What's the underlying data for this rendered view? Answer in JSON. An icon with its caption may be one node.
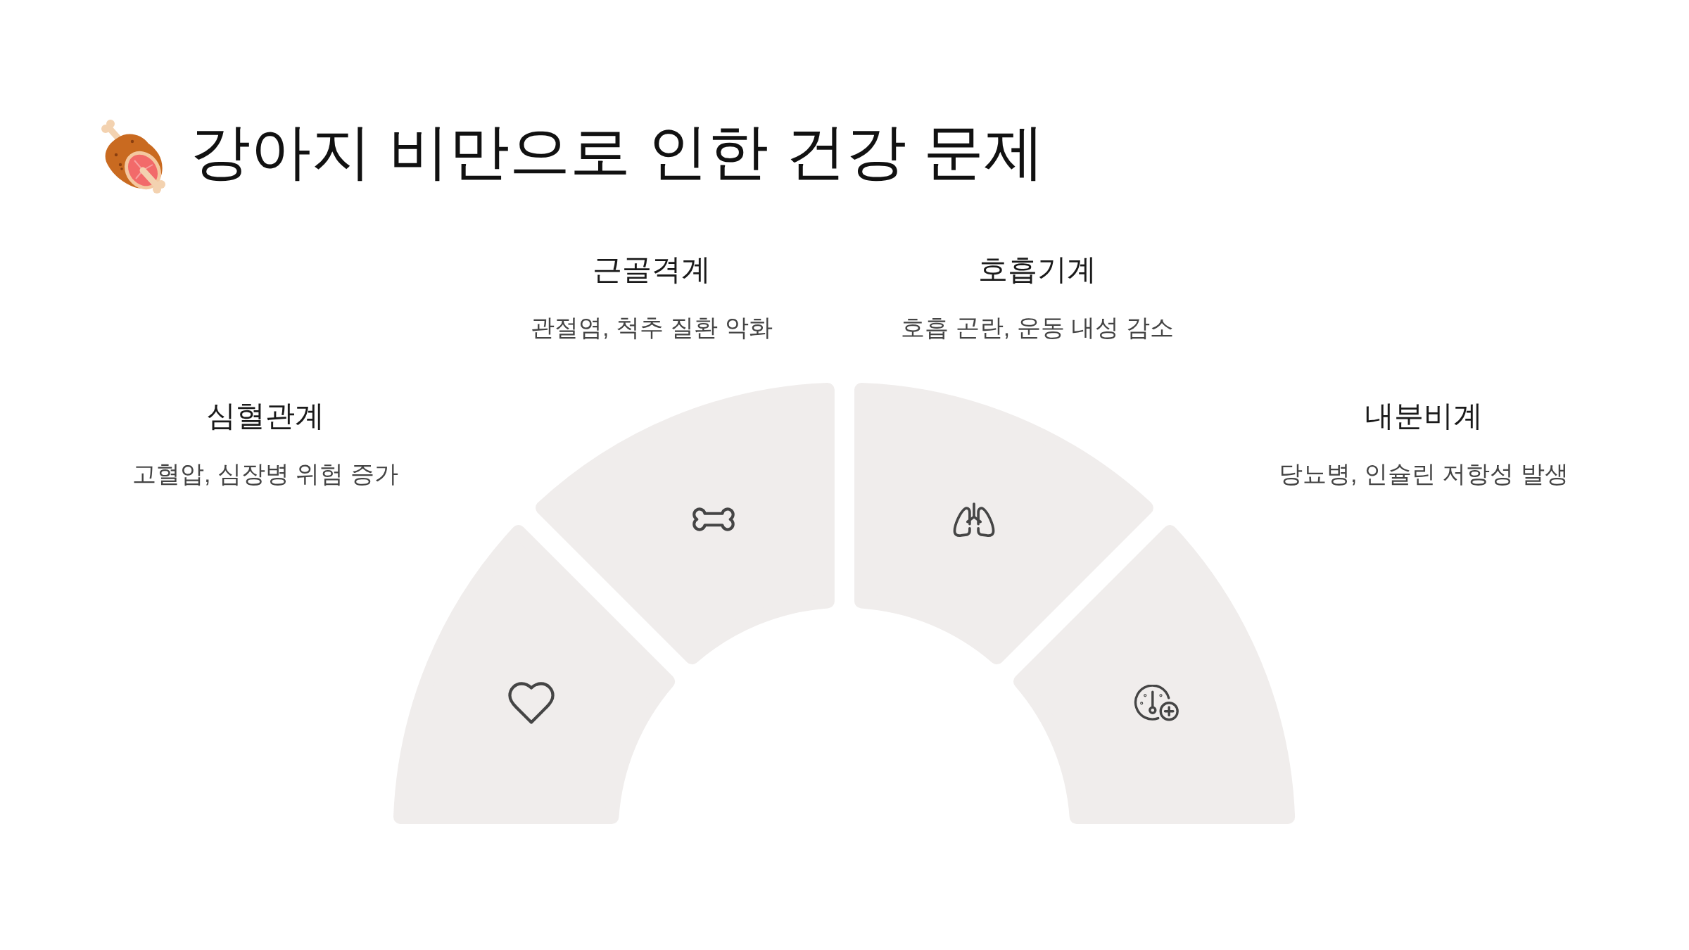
{
  "diagram": {
    "title": "강아지 비만으로 인한 건강 문제",
    "nodes": [
      {
        "text": [],
        "shape": "sector",
        "beside": [
          "심혈관계",
          "고혈압, 심장병 위험 증가"
        ]
      },
      {
        "text": [],
        "shape": "sector",
        "beside": [
          "근골격계",
          "관절염, 척추 질환 악화"
        ]
      },
      {
        "text": [],
        "shape": "sector",
        "beside": [
          "호흡기계",
          "호흡 곤란, 운동 내성 감소"
        ]
      },
      {
        "text": [],
        "shape": "sector",
        "beside": [
          "내분비계",
          "당뇨병, 인슐린 저항성 발생"
        ]
      }
    ]
  }
}
